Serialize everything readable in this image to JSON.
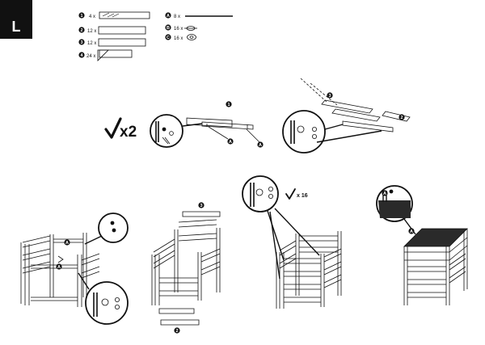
{
  "page_letter": "L",
  "parts": {
    "boards": [
      {
        "id": "1",
        "qty": "4 x"
      },
      {
        "id": "2",
        "qty": "12 x"
      },
      {
        "id": "3",
        "qty": "12 x"
      },
      {
        "id": "4",
        "qty": "24 x"
      }
    ],
    "hardware": [
      {
        "id": "A",
        "qty": "8 x"
      },
      {
        "id": "B",
        "qty": "16 x"
      },
      {
        "id": "C",
        "qty": "16 x"
      }
    ]
  },
  "steps": {
    "step1": {
      "multiplier": "√x2",
      "callouts": [
        "1",
        "A",
        "A"
      ]
    },
    "step2": {
      "callouts": [
        "3",
        "2"
      ]
    },
    "step3": {
      "callouts": [
        "A",
        "A"
      ]
    },
    "step4": {
      "callouts": [
        "3",
        "2"
      ]
    },
    "step5": {
      "repeat": "√ x 16"
    },
    "step6": {
      "callouts": [
        "A",
        "A"
      ]
    }
  },
  "colors": {
    "ink": "#111111",
    "paper": "#ffffff",
    "soil": "#2a2a2a"
  }
}
